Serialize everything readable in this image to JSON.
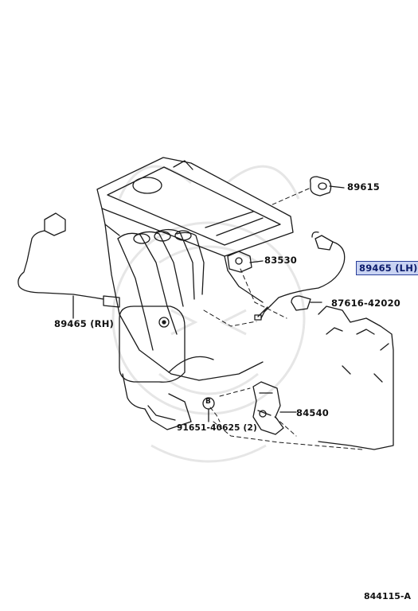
{
  "diagram": {
    "code": "844115-A",
    "highlight_color": "#c9d3f2",
    "callouts": [
      {
        "id": "89615",
        "label": "89615"
      },
      {
        "id": "83530",
        "label": "83530"
      },
      {
        "id": "89465-lh",
        "label": "89465 (LH)",
        "highlighted": true
      },
      {
        "id": "87616-42020",
        "label": "87616-42020"
      },
      {
        "id": "89465-rh",
        "label": "89465 (RH)"
      },
      {
        "id": "84540",
        "label": "84540"
      },
      {
        "id": "91651-40625",
        "label": "91651-40625 (2)"
      },
      {
        "id": "bolt-marker",
        "label": "B"
      }
    ]
  }
}
